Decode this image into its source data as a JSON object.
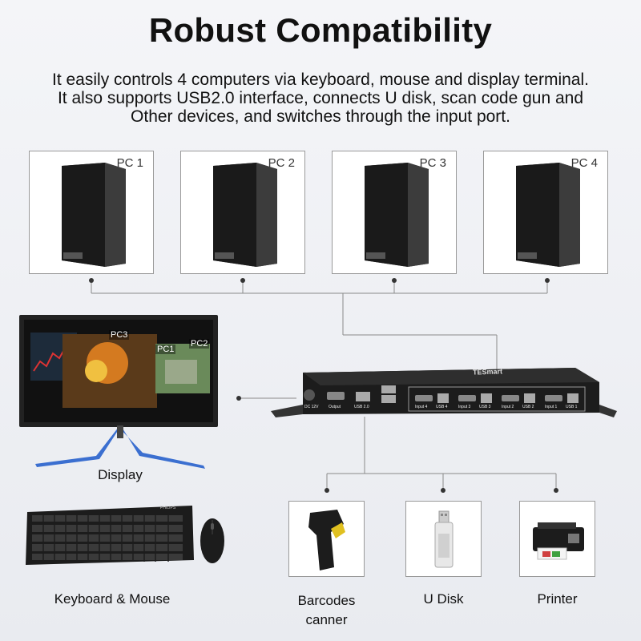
{
  "title": "Robust Compatibility",
  "description": [
    "It easily controls 4 computers via keyboard, mouse and display terminal.",
    "It also supports USB2.0 interface, connects U disk, scan code gun and",
    "Other devices, and switches through the input port."
  ],
  "pcs": [
    {
      "label": "PC 1"
    },
    {
      "label": "PC 2"
    },
    {
      "label": "PC 3"
    },
    {
      "label": "PC 4"
    }
  ],
  "display": {
    "label": "Display",
    "screen_tags": [
      "PC3",
      "PC1",
      "PC2"
    ]
  },
  "switch": {
    "brand": "TESmart",
    "ports": [
      "DC 12V",
      "Output",
      "USB 2.0",
      "Input 4",
      "USB 4",
      "Input 3",
      "USB 3",
      "Input 2",
      "USB 2",
      "Input 1",
      "USB 1"
    ]
  },
  "keyboard_mouse": {
    "label": "Keyboard & Mouse",
    "keyboard_brand": "PHILIPS"
  },
  "peripherals": [
    {
      "label_line1": "Barcodes",
      "label_line2": "canner",
      "icon": "barcode-scanner-icon"
    },
    {
      "label_line1": "U Disk",
      "icon": "usb-drive-icon"
    },
    {
      "label_line1": "Printer",
      "icon": "printer-icon"
    }
  ],
  "colors": {
    "line": "#8a8a8a",
    "dot": "#333333",
    "box_border": "#9a9a9a",
    "device": "#1c1c1c"
  }
}
